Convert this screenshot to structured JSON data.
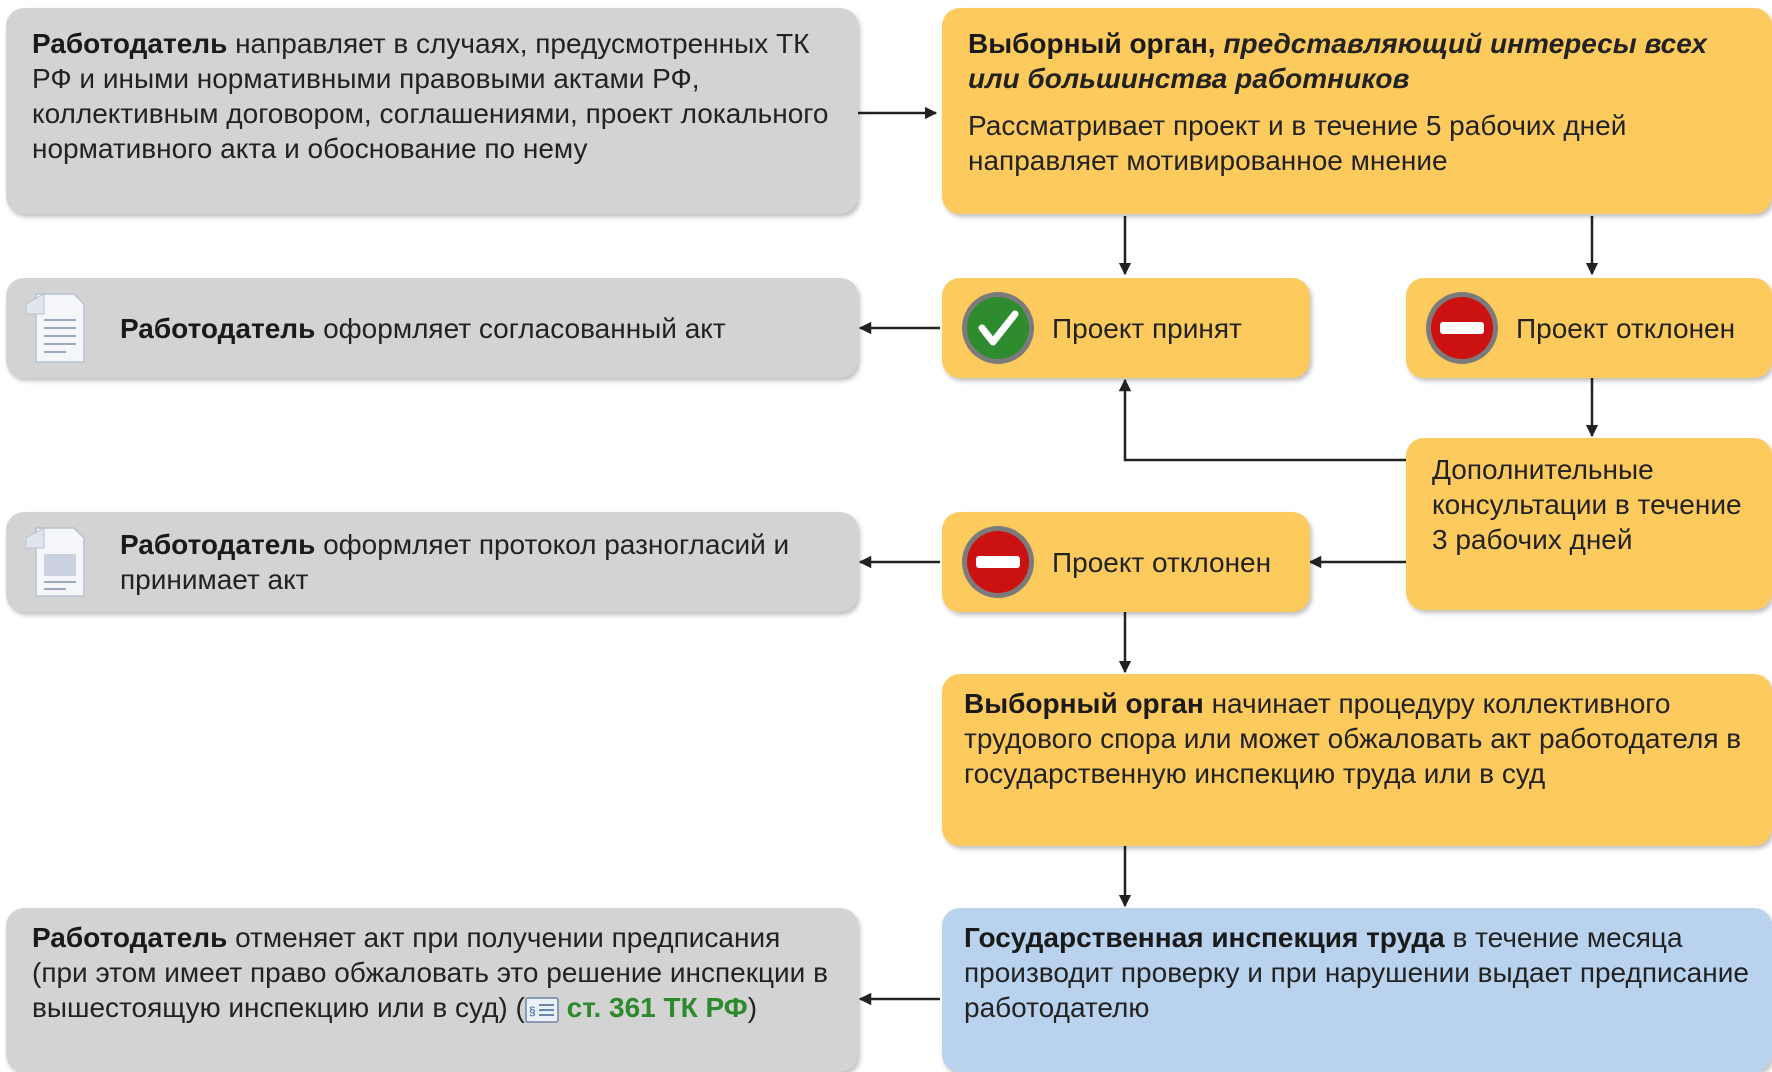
{
  "colors": {
    "gray_box": "#d3d3d3",
    "yellow_box": "#fdca5d",
    "blue_box": "#b9d3ee",
    "arrow": "#222222",
    "accept": "#2e8b2e",
    "reject": "#cc1111",
    "link": "#2c8a2c"
  },
  "employer_sends": {
    "bold": "Работодатель",
    "text": " направляет в случаях, предусмотренных ТК РФ и иными нормативными правовыми актами РФ, коллективным договором, соглашениями, проект локального нормативного акта и обоснование по нему"
  },
  "elected_body": {
    "bold": "Выборный орган,",
    "italic": " представляющий интересы всех или большинства работников",
    "text": "Рассматривает проект и в течение 5 рабочих дней направляет мотивированное мнение"
  },
  "employer_approved": {
    "bold": "Работодатель",
    "text": " оформляет согласованный акт",
    "icon": "document-icon"
  },
  "project_accepted": {
    "label": "Проект принят",
    "icon": "checkmark-icon"
  },
  "project_rejected_1": {
    "label": "Проект отклонен",
    "icon": "reject-icon"
  },
  "additional_consult": {
    "text": "Дополнительные консультации в течение 3 рабочих дней"
  },
  "employer_protocol": {
    "bold": "Работодатель",
    "text": " оформляет протокол разногласий и принимает акт",
    "icon": "document-icon"
  },
  "project_rejected_2": {
    "label": "Проект отклонен",
    "icon": "reject-icon"
  },
  "elected_dispute": {
    "bold": "Выборный орган",
    "text": " начинает процедуру коллективного трудового спора или может обжаловать акт работодателя в государственную инспекцию труда или в суд"
  },
  "inspection": {
    "bold": "Государственная инспекция труда",
    "text": " в течение месяца производит проверку и при нарушении выдает предписание работодателю"
  },
  "employer_cancels": {
    "bold": "Работодатель",
    "text": " отменяет акт при получении предписания (при этом имеет право обжаловать это решение инспекции в вышестоящую инспекцию или в суд) (",
    "link": "ст. 361 ТК РФ",
    "tail": ")",
    "icon": "article-icon"
  }
}
